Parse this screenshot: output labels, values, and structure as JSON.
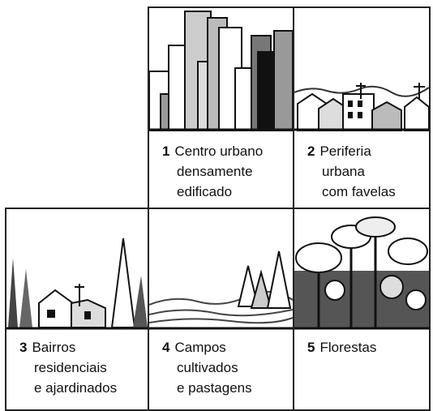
{
  "panels": [
    {
      "number": "1",
      "lines": [
        "Centro urbano",
        "densamente",
        "edificado"
      ]
    },
    {
      "number": "2",
      "lines": [
        "Periferia",
        "urbana",
        "com favelas"
      ]
    },
    {
      "number": "3",
      "lines": [
        "Bairros",
        "residenciais",
        "e ajardinados"
      ]
    },
    {
      "number": "4",
      "lines": [
        "Campos",
        "cultivados",
        "e pastagens"
      ]
    },
    {
      "number": "5",
      "lines": [
        "Florestas"
      ]
    }
  ]
}
